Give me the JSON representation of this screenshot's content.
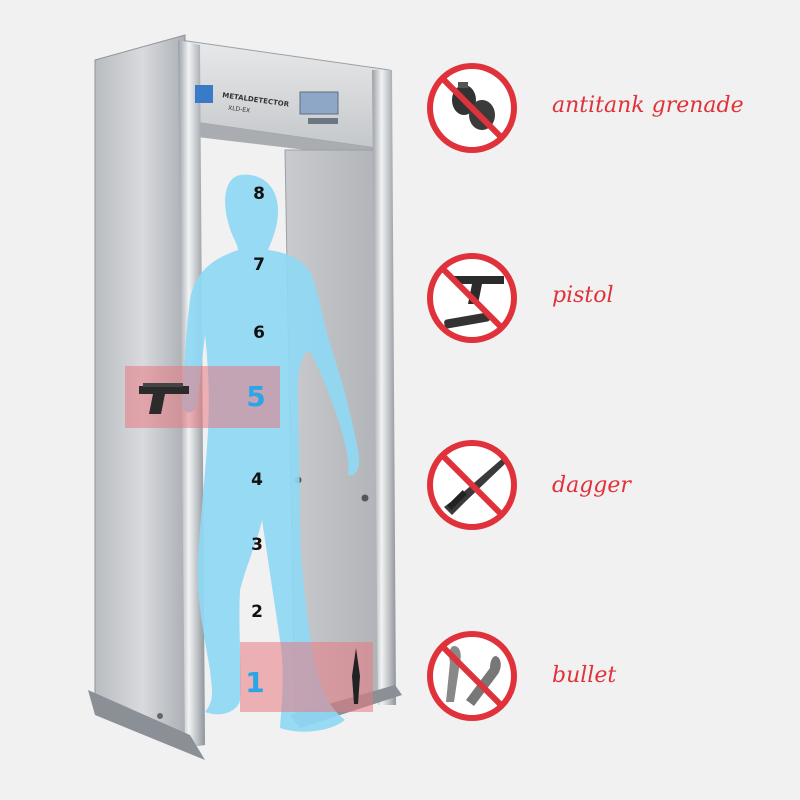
{
  "detector": {
    "brand_text": "METALDETECTOR",
    "model_text": "XLD-EX",
    "zones": [
      "8",
      "7",
      "6",
      "5",
      "4",
      "3",
      "2",
      "1"
    ],
    "highlighted_zones": [
      "5",
      "1"
    ]
  },
  "prohibited_items": [
    {
      "label": "antitank grenade",
      "icon": "grenade-icon"
    },
    {
      "label": "pistol",
      "icon": "pistol-icon"
    },
    {
      "label": "dagger",
      "icon": "dagger-icon"
    },
    {
      "label": "bullet",
      "icon": "bullet-icon"
    }
  ],
  "colors": {
    "background": "#f1f1f1",
    "prohibit_red": "#e0323a",
    "zone_highlight_blue": "#2aa6e6",
    "silhouette": "#8fd8f4",
    "alarm_highlight": "#e87882"
  }
}
